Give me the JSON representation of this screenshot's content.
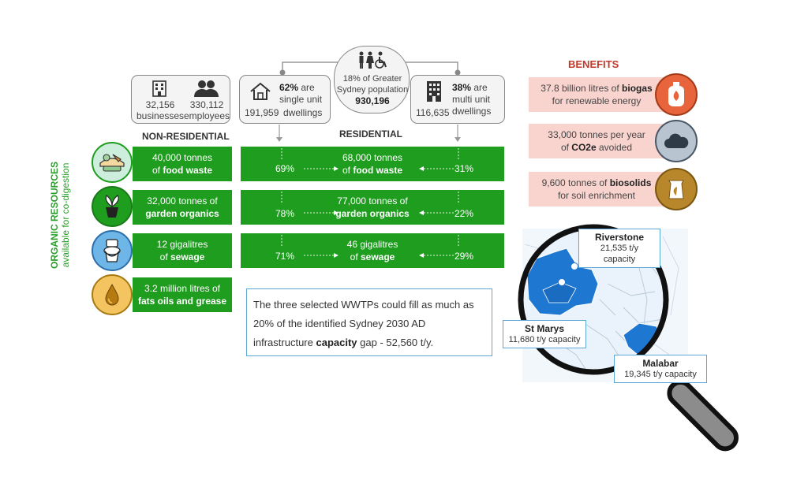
{
  "headers": {
    "non_residential": "NON-RESIDENTIAL",
    "residential": "RESIDENTIAL",
    "benefits": "BENEFITS"
  },
  "side_label": {
    "line1": "ORGANIC RESOURCES",
    "line2": "available for co-digestion"
  },
  "population": {
    "line1": "18% of Greater",
    "line2": "Sydney population",
    "value": "930,196"
  },
  "businesses": {
    "value": "32,156",
    "label": "businesses"
  },
  "employees": {
    "value": "330,112",
    "label": "employees"
  },
  "single_unit": {
    "pct": "62%",
    "text1": " are",
    "text2": "single unit",
    "text3": "dwellings",
    "value": "191,959"
  },
  "multi_unit": {
    "pct": "38%",
    "text1": " are",
    "text2": "multi unit",
    "text3": "dwellings",
    "value": "116,635"
  },
  "non_res": [
    {
      "line1": "40,000 tonnes",
      "line2a": "of ",
      "line2b": "food waste"
    },
    {
      "line1": "32,000 tonnes of",
      "line2a": "",
      "line2b": "garden organics"
    },
    {
      "line1": "12 gigalitres",
      "line2a": "of  ",
      "line2b": "sewage"
    },
    {
      "line1": "3.2 million litres of",
      "line2a": "",
      "line2b": "fats oils and grease"
    }
  ],
  "res": [
    {
      "left_pct": "69%",
      "line1": "68,000 tonnes",
      "line2a": "of ",
      "line2b": "food waste",
      "right_pct": "31%"
    },
    {
      "left_pct": "78%",
      "line1": "77,000 tonnes of",
      "line2a": "",
      "line2b": "garden organics",
      "right_pct": "22%"
    },
    {
      "left_pct": "71%",
      "line1": "46 gigalitres",
      "line2a": "of  ",
      "line2b": "sewage",
      "right_pct": "29%"
    }
  ],
  "note": {
    "line1": "The three selected WWTPs could fill as much as",
    "line2": "20% of the identified Sydney 2030 AD",
    "line3a": "infrastructure ",
    "line3b": "capacity",
    "line3c": " gap - 52,560 t/y."
  },
  "benefits": [
    {
      "line1a": "37.8 billion litres of  ",
      "line1b": "biogas",
      "line2": "for renewable energy",
      "icon": "gas-cylinder-icon",
      "color": "#e8643c"
    },
    {
      "line1a": "33,000 tonnes per year",
      "line1b": "",
      "line2a": "of ",
      "line2b": "CO2e",
      "line2c": " avoided",
      "icon": "cloud-icon",
      "color": "#a9b8c6"
    },
    {
      "line1a": "9,600 tonnes of  ",
      "line1b": "biosolids",
      "line2": "for soil enrichment",
      "icon": "soil-bag-icon",
      "color": "#b8862b"
    }
  ],
  "plants": [
    {
      "name": "Riverstone",
      "capacity": "21,535 t/y capacity"
    },
    {
      "name": "St Marys",
      "capacity": "11,680 t/y capacity"
    },
    {
      "name": "Malabar",
      "capacity": "19,345 t/y capacity"
    }
  ],
  "colors": {
    "green": "#1f9d1f",
    "side_label_green": "#2aa02a",
    "benefits_header": "#c0392b",
    "pink": "#f9d4cf",
    "map_blue": "#1e78d2",
    "note_border": "#5ba7d8"
  }
}
